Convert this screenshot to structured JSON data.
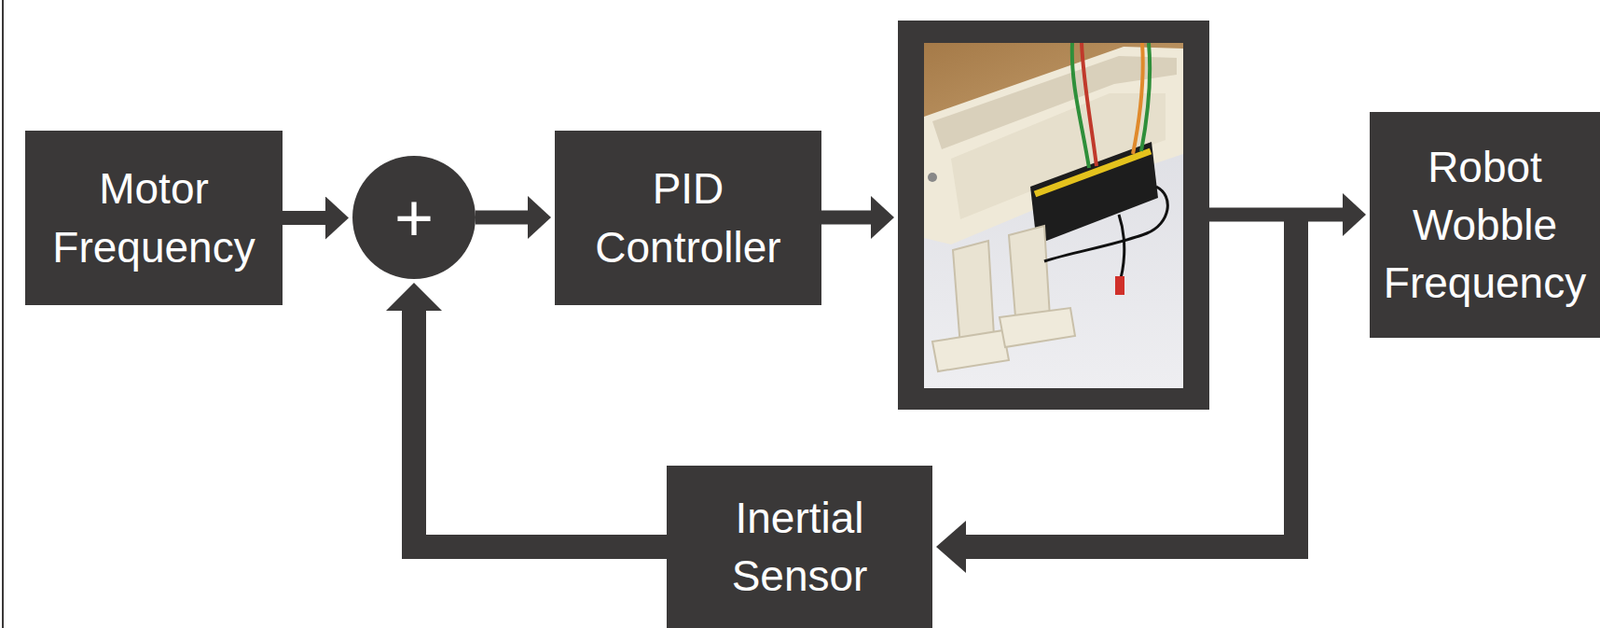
{
  "diagram": {
    "nodes": [
      {
        "text": [
          "Motor Frequency"
        ]
      },
      {
        "text": [
          "+"
        ]
      },
      {
        "text": [
          "PID Controller"
        ]
      },
      {
        "text": [
          "Robot Wobble Frequency"
        ]
      },
      {
        "text": [
          "Inertial Sensor"
        ]
      }
    ],
    "edges": [
      {
        "from": 0,
        "to": 1,
        "arrow": "to"
      },
      {
        "from": 1,
        "to": 2,
        "arrow": "to"
      },
      {
        "from": 4,
        "to": 1,
        "arrow": "to"
      }
    ]
  }
}
